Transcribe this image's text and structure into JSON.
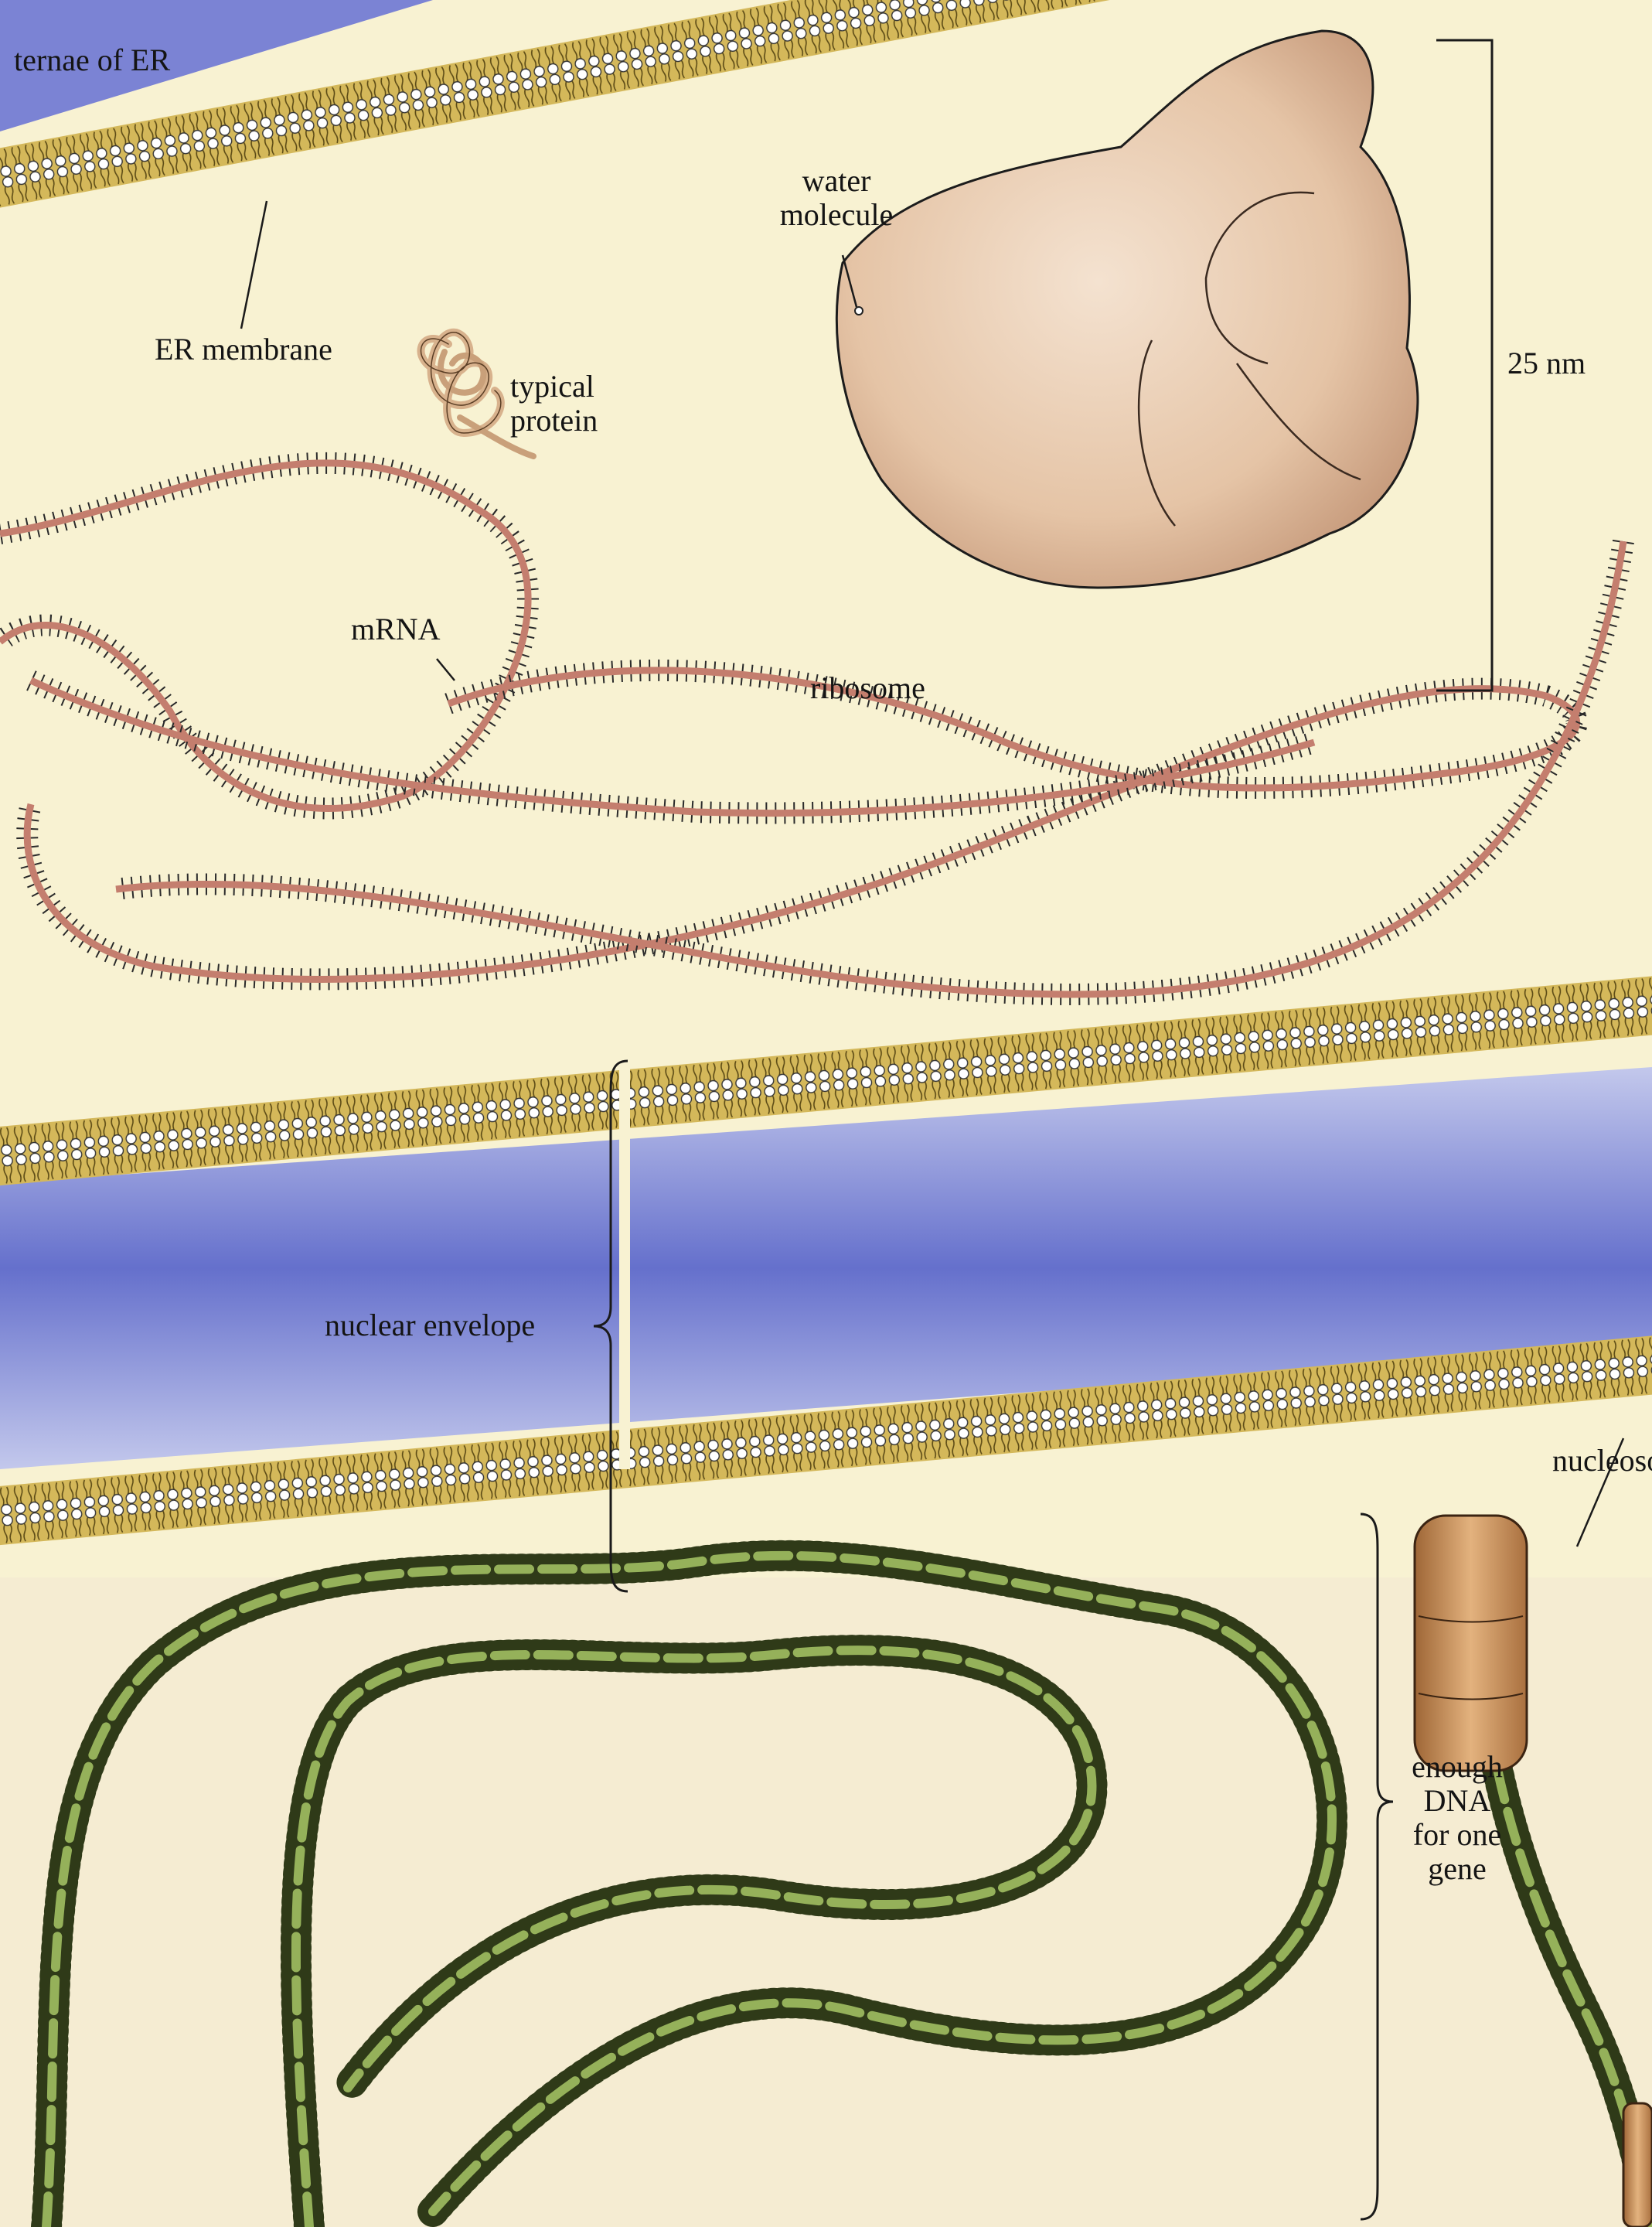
{
  "labels": {
    "cisternae": "ternae of ER",
    "er_membrane": "ER membrane",
    "water_molecule": [
      "water",
      "molecule"
    ],
    "typical_protein": [
      "typical",
      "protein"
    ],
    "scale": "25 nm",
    "mrna": "mRNA",
    "ribosome": "ribosome",
    "nuclear_envelope": "nuclear envelope",
    "nucleosome": "nucleoso",
    "gene_dna": [
      "enough",
      "DNA",
      "for one",
      "gene"
    ]
  },
  "colors": {
    "cytosol": "#f9f3d4",
    "nucleus": "#6f78cf",
    "lipid_head": "#ffffff",
    "lipid_tail": "#c6a84a",
    "mrna": "#c47e6e",
    "ribosome": "#e3c1a4",
    "dna": "#95b15a",
    "nucleosome": "#c98f57"
  }
}
